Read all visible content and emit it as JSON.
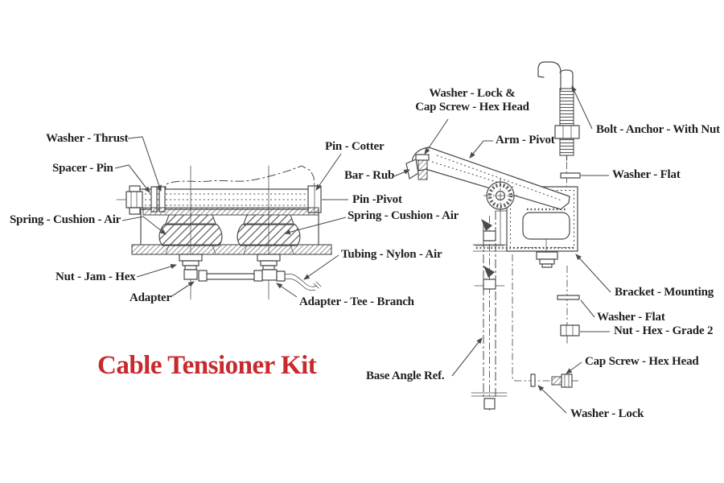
{
  "title": "Cable Tensioner Kit",
  "colors": {
    "title_red": "#c8292c",
    "ink": "#4a4a4a",
    "label": "#1f1f1f",
    "background": "#ffffff"
  },
  "labels": {
    "washer_thrust": "Washer - Thrust",
    "spacer_pin": "Spacer - Pin",
    "spring_cushion_air_left": "Spring - Cushion - Air",
    "nut_jam_hex": "Nut - Jam - Hex",
    "adapter": "Adapter",
    "pin_cotter": "Pin - Cotter",
    "bar_rub": "Bar - Rub",
    "pin_pivot": "Pin -Pivot",
    "spring_cushion_air_right": "Spring - Cushion - Air",
    "tubing_nylon_air": "Tubing - Nylon - Air",
    "adapter_tee_branch": "Adapter - Tee - Branch",
    "washer_lock_cap_screw_line1": "Washer - Lock &",
    "washer_lock_cap_screw_line2": "Cap Screw - Hex Head",
    "arm_pivot": "Arm - Pivot",
    "bolt_anchor_with_nut": "Bolt - Anchor - With Nut",
    "washer_flat_top": "Washer - Flat",
    "bracket_mounting": "Bracket - Mounting",
    "washer_flat_bottom": "Washer - Flat",
    "nut_hex_grade_2": "Nut - Hex - Grade 2",
    "cap_screw_hex_head": "Cap Screw - Hex Head",
    "base_angle_ref": "Base Angle Ref.",
    "washer_lock": "Washer - Lock"
  }
}
